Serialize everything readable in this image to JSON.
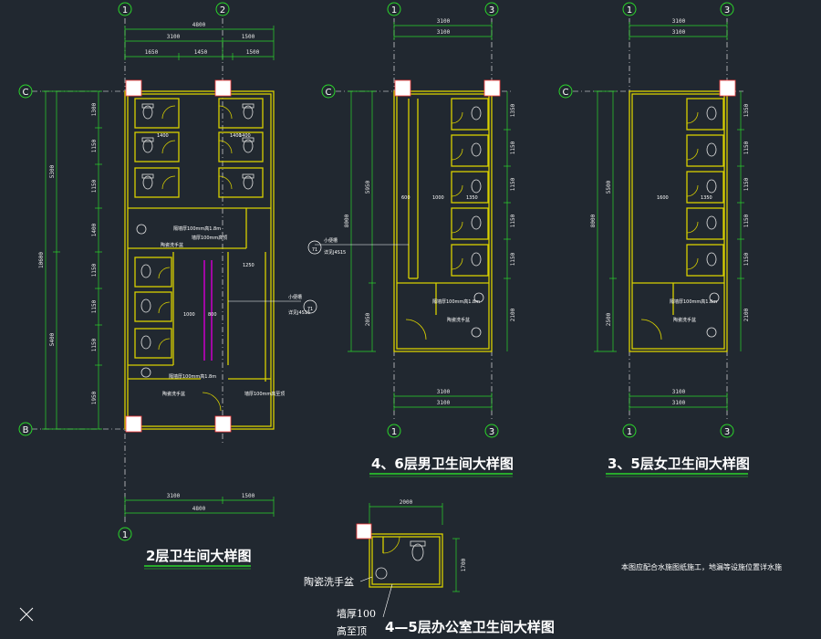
{
  "colors": {
    "background": "#212830",
    "wall": "#d8d000",
    "dimension": "#2ad62a",
    "grid_bubble": "#2ad62a",
    "text": "#ffffff",
    "column": "#ffffff",
    "fixture": "#e0e0e0",
    "underline": "#2ad62a",
    "purple": "#c000c0"
  },
  "plans": {
    "plan2": {
      "title": "2层卫生间大样图",
      "grid_top": [
        "1",
        "2"
      ],
      "grid_bottom": [
        "1"
      ],
      "grid_left": [
        "C",
        "B"
      ],
      "dims_top": [
        "4800",
        "3100",
        "1500",
        "1650",
        "1450",
        "1500"
      ],
      "dims_left": [
        "1300",
        "1150",
        "1150",
        "1400",
        "1150",
        "1150",
        "1150",
        "1950"
      ],
      "dims_left2": [
        "5300",
        "5400"
      ],
      "dim_total_left": "10600",
      "dims_bottom": [
        "3100",
        "1500",
        "4800"
      ],
      "inner_dims": [
        "1400",
        "1400",
        "1400",
        "1000",
        "800",
        "1250"
      ],
      "notes": [
        "隔墙厚100mm高1.8m",
        "墙厚100mm高顶",
        "陶瓷洗手盆",
        "隔墙厚100mm高1.8m",
        "陶瓷洗手盆",
        "墙厚100mm高至顶"
      ],
      "callout": "小便槽",
      "callout_sub": "详见J4S15",
      "callout_bubble": "71"
    },
    "plan46": {
      "title": "4、6层男卫生间大样图",
      "grid_top": [
        "1",
        "3"
      ],
      "grid_bottom": [
        "1",
        "3"
      ],
      "grid_left": [
        "C"
      ],
      "dims_top": [
        "3100",
        "3100"
      ],
      "dims_right": [
        "1350",
        "1150",
        "1150",
        "1150",
        "1150",
        "2100"
      ],
      "dims_left": [
        "5950",
        "8000",
        "2050"
      ],
      "inner_dims": [
        "600",
        "1000",
        "1350"
      ],
      "dims_bottom": [
        "3100",
        "3100"
      ],
      "notes": [
        "隔墙厚100mm高1.8m",
        "陶瓷洗手盆"
      ],
      "callout": "小便槽",
      "callout_sub": "详见J4S15",
      "callout_bubble": "71"
    },
    "plan35": {
      "title": "3、5层女卫生间大样图",
      "grid_top": [
        "1",
        "3"
      ],
      "grid_bottom": [
        "1",
        "3"
      ],
      "grid_left": [
        "C"
      ],
      "dims_top": [
        "3100",
        "3100"
      ],
      "dims_right": [
        "1350",
        "1150",
        "1150",
        "1150",
        "1150",
        "2100"
      ],
      "dims_left": [
        "5500",
        "8000",
        "2500"
      ],
      "inner_dims": [
        "1600",
        "1350"
      ],
      "dims_bottom": [
        "3100",
        "3100"
      ],
      "notes": [
        "隔墙厚100mm高1.8m",
        "陶瓷洗手盆"
      ]
    },
    "plan45": {
      "title": "4—5层办公室卫生间大样图",
      "dims_top": [
        "2000"
      ],
      "dims_right": [
        "1700"
      ],
      "label_basin": "陶瓷洗手盆",
      "label_wall_1": "墙厚100",
      "label_wall_2": "高至顶"
    }
  },
  "general_note": "本图应配合水施图纸施工，地漏等设施位置详水施"
}
